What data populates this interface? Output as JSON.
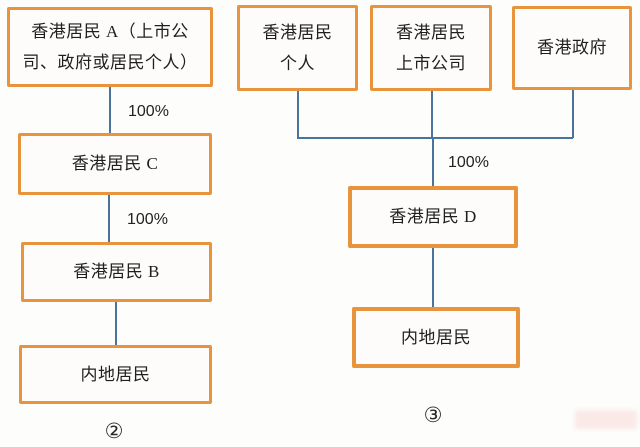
{
  "colors": {
    "box_border": "#E8943C",
    "connector": "#4A749B",
    "text": "#1F1F1F"
  },
  "left_diagram": {
    "box_a": "香港居民 A（上市公\n司、政府或居民个人）",
    "pct_top": "100%",
    "box_c": "香港居民 C",
    "pct_mid": "100%",
    "box_b": "香港居民 B",
    "box_mainland": "内地居民",
    "label": "②"
  },
  "right_diagram": {
    "box_individual": "香港居民\n个人",
    "box_listed": "香港居民\n上市公司",
    "box_government": "香港政府",
    "pct": "100%",
    "box_d": "香港居民 D",
    "box_mainland": "内地居民",
    "label": "③"
  }
}
